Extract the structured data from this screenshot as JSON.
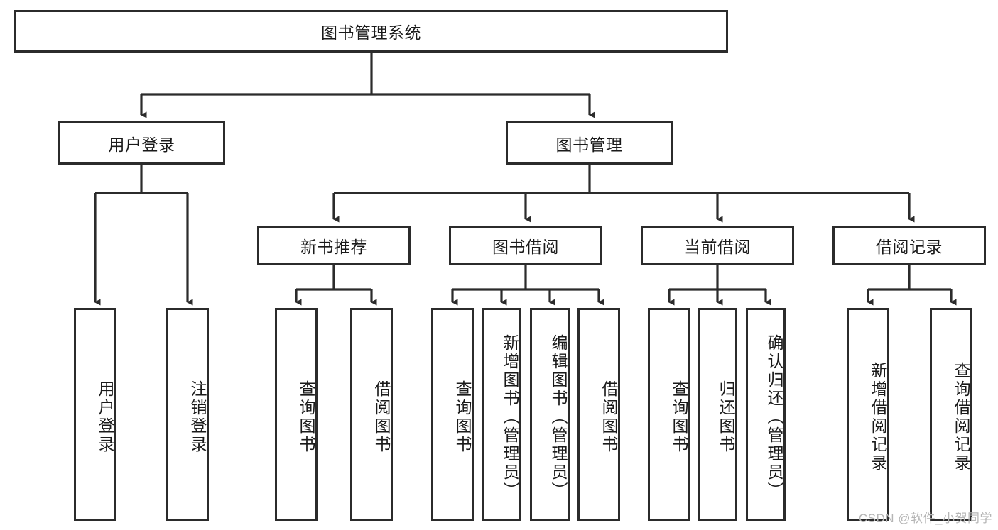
{
  "diagram": {
    "type": "tree-hierarchy",
    "title": "图书管理系统",
    "watermark": "CSDN @软件_小贺同学",
    "colors": {
      "box_border": "#2b2b2b",
      "box_fill": "#ffffff",
      "connector": "#2b2b2b",
      "background": "#ffffff",
      "watermark_text": "#b5b5b5"
    },
    "root": {
      "label": "图书管理系统"
    },
    "level2": [
      {
        "label": "用户登录"
      },
      {
        "label": "图书管理"
      }
    ],
    "level3": [
      {
        "label": "新书推荐"
      },
      {
        "label": "图书借阅"
      },
      {
        "label": "当前借阅"
      },
      {
        "label": "借阅记录"
      }
    ],
    "leaves": {
      "user_login": [
        {
          "label": "用户登录"
        },
        {
          "label": "注销登录"
        }
      ],
      "new_book_recommend": [
        {
          "label": "查询图书"
        },
        {
          "label": "借阅图书"
        }
      ],
      "book_borrow": [
        {
          "label": "查询图书"
        },
        {
          "label": "新增图书（管理员）"
        },
        {
          "label": "编辑图书（管理员）"
        },
        {
          "label": "借阅图书"
        }
      ],
      "current_borrow": [
        {
          "label": "查询图书"
        },
        {
          "label": "归还图书"
        },
        {
          "label": "确认归还（管理员）"
        }
      ],
      "borrow_records": [
        {
          "label": "新增借阅记录"
        },
        {
          "label": "查询借阅记录"
        }
      ]
    }
  }
}
